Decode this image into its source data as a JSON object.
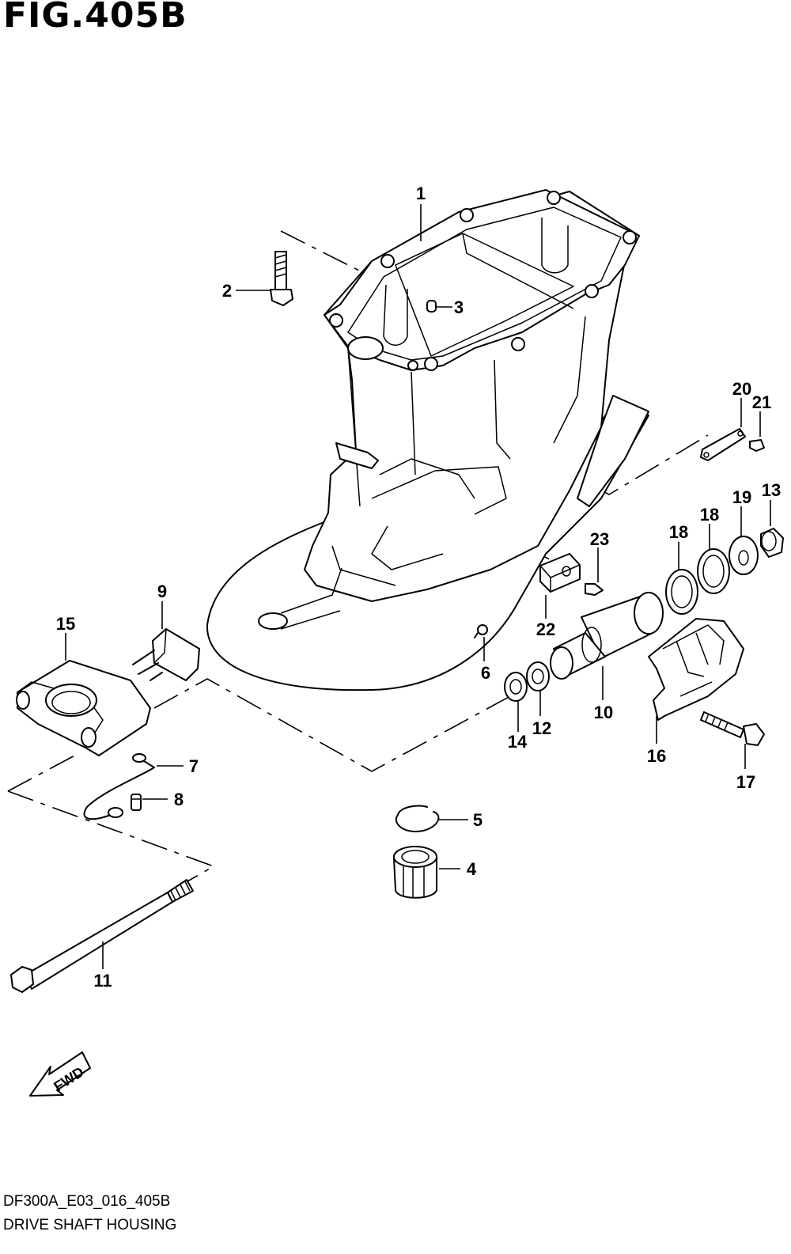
{
  "figure": {
    "title": "FIG.405B",
    "code": "DF300A_E03_016_405B",
    "name": "DRIVE SHAFT HOUSING"
  },
  "direction_badge": {
    "label": "FWD"
  },
  "callouts": [
    "1",
    "2",
    "3",
    "4",
    "5",
    "6",
    "7",
    "8",
    "9",
    "10",
    "11",
    "12",
    "13",
    "14",
    "15",
    "16",
    "17",
    "18",
    "18",
    "19",
    "20",
    "21",
    "22",
    "23"
  ]
}
